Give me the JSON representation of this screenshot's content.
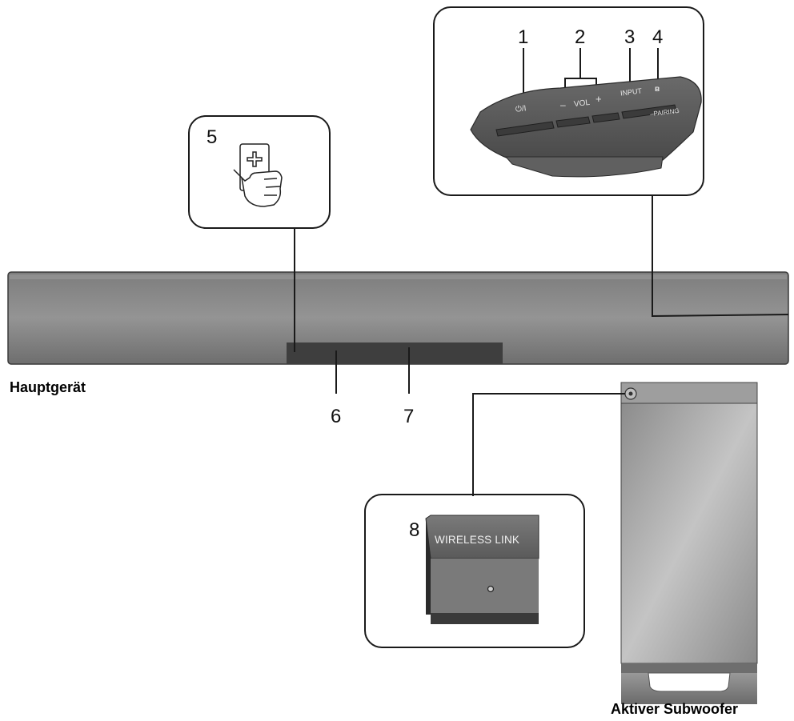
{
  "captions": {
    "main_unit": "Hauptgerät",
    "subwoofer": "Aktiver Subwoofer"
  },
  "callouts": [
    "1",
    "2",
    "3",
    "4",
    "5",
    "6",
    "7",
    "8"
  ],
  "button_panel": {
    "power_label": "⏻/I",
    "minus_label": "–",
    "vol_label": "VOL",
    "plus_label": "+",
    "input_label": "INPUT",
    "bluetooth_label": "ʙ",
    "pairing_label": "–PAIRING"
  },
  "wireless_panel": {
    "label": "WIRELESS LINK"
  },
  "colors": {
    "soundbar_body": "#8a8a8a",
    "display_window": "#3e3e3e",
    "panel_dark": "#555555",
    "subwoofer_body": "#a9a9a9"
  }
}
